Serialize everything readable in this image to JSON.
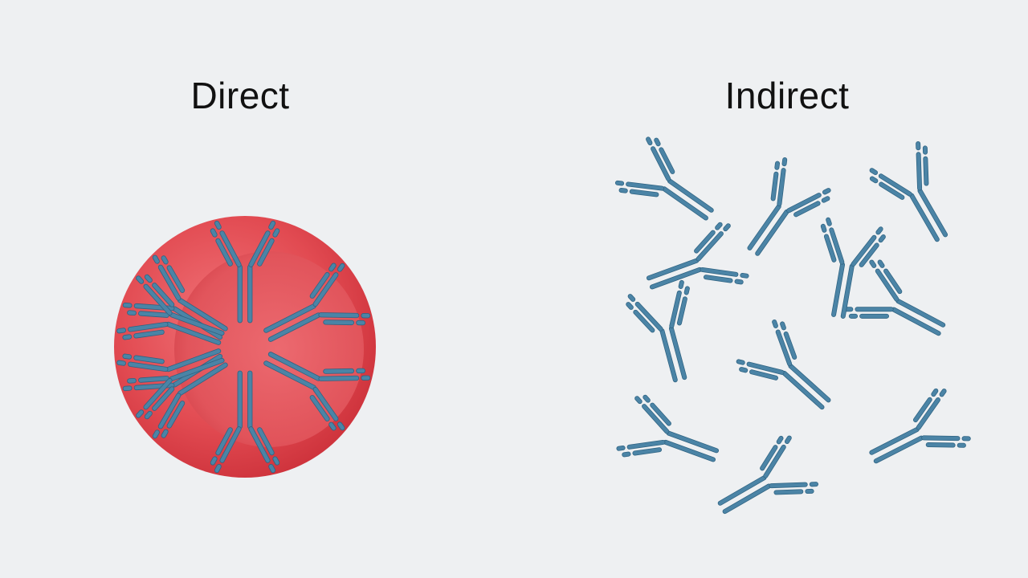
{
  "panels": {
    "direct": {
      "title": "Direct"
    },
    "indirect": {
      "title": "Indirect"
    }
  },
  "colors": {
    "background": "#eef0f2",
    "antibody": "#4b84a6",
    "antibody_outline": "#2f6382",
    "red_cell_light": "#ea6066",
    "red_cell_dark": "#cf343d"
  },
  "diagram": {
    "direct_antibodies_bound_to_cell": 8,
    "indirect_free_antibodies": 11
  }
}
